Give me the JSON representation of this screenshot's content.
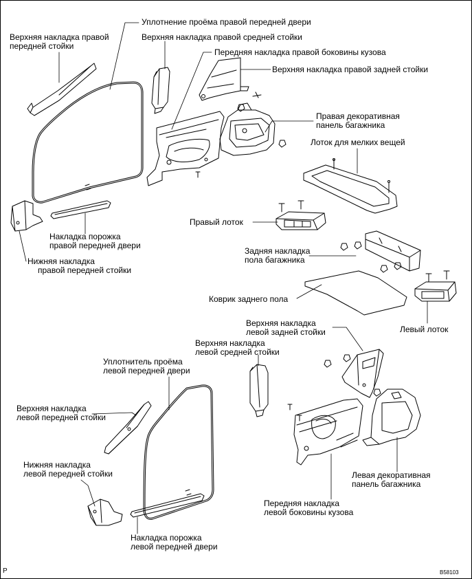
{
  "colors": {
    "line": "#000000",
    "paper": "#ffffff",
    "part_fill": "#ffffff",
    "shade": "#dcdcdc"
  },
  "labels": {
    "seal_right_front_door": "Уплотнение проёма правой передней двери",
    "upper_right_front_pillar_1": "Верхняя накладка правой",
    "upper_right_front_pillar_2": "передней стойки",
    "upper_right_center_pillar": "Верхняя накладка правой средней стойки",
    "front_right_quarter_trim": "Передняя накладка правой боковины кузова",
    "upper_right_rear_pillar": "Верхняя накладка правой задней стойки",
    "right_deck_trim_1": "Правая декоративная",
    "right_deck_trim_2": "панель багажника",
    "tray_small_items": "Лоток для мелких вещей",
    "right_scuff_1": "Накладка  порожка",
    "right_scuff_2": "правой передней двери",
    "lower_right_front_pillar_1": "Нижняя накладка",
    "lower_right_front_pillar_2": "правой передней стойки",
    "right_tray": "Правый лоток",
    "rear_floor_trim_1": "Задняя накладка",
    "rear_floor_trim_2": "пола багажника",
    "rear_floor_mat": "Коврик заднего пола",
    "left_tray": "Левый лоток",
    "upper_left_rear_pillar_1": "Верхняя накладка",
    "upper_left_rear_pillar_2": "левой задней стойки",
    "upper_left_center_pillar_1": "Верхняя накладка",
    "upper_left_center_pillar_2": "левой средней стойки",
    "seal_left_front_door_1": "Уплотнитель проёма",
    "seal_left_front_door_2": "левой передней двери",
    "upper_left_front_pillar_1": "Верхняя накладка",
    "upper_left_front_pillar_2": "левой передней стойки",
    "lower_left_front_pillar_1": "Нижняя накладка",
    "lower_left_front_pillar_2": "левой передней стойки",
    "left_scuff_1": "Накладка порожка",
    "left_scuff_2": "левой передней двери",
    "front_left_quarter_trim_1": "Передняя накладка",
    "front_left_quarter_trim_2": "левой боковины кузова",
    "left_deck_trim_1": "Левая декоративная",
    "left_deck_trim_2": "панель багажника",
    "corner_code": "P",
    "figure_code": "B58103"
  }
}
